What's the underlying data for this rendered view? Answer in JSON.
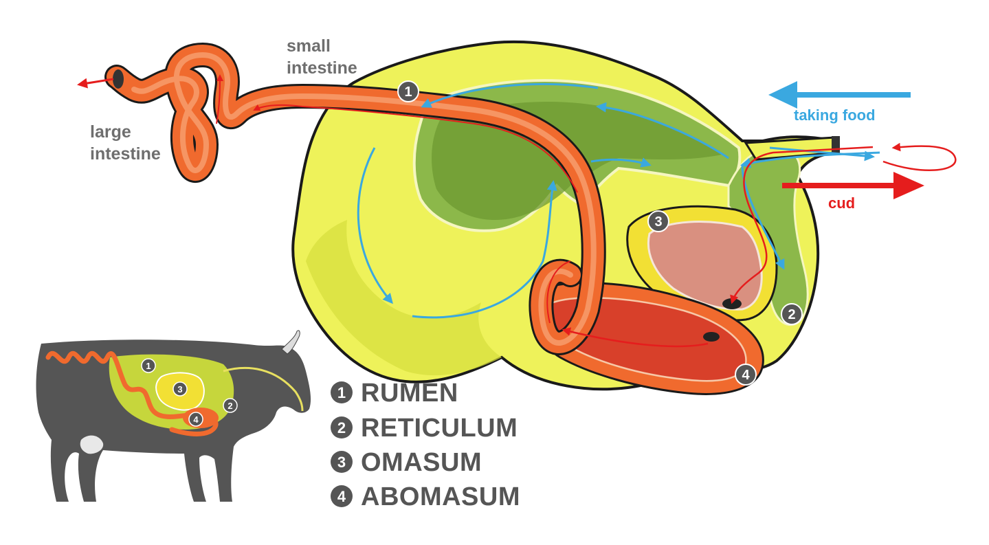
{
  "labels": {
    "small_intestine": [
      "small",
      "intestine"
    ],
    "large_intestine": [
      "large",
      "intestine"
    ],
    "taking_food": "taking food",
    "cud": "cud"
  },
  "badges": [
    "1",
    "2",
    "3",
    "4"
  ],
  "legend": [
    {
      "num": "1",
      "name": "RUMEN"
    },
    {
      "num": "2",
      "name": "RETICULUM"
    },
    {
      "num": "3",
      "name": "OMASUM"
    },
    {
      "num": "4",
      "name": "ABOMASUM"
    }
  ],
  "colors": {
    "food_flow": "#3aa8e0",
    "cud_flow": "#e51d1d",
    "rumen_yellow": "#eef25a",
    "rumen_green": "#7aa83a",
    "intestine": "#f06a2e",
    "omasum": "#d99080",
    "abomasum": "#d8402a",
    "cow_gray": "#555555",
    "label_gray": "#6e6e6e"
  }
}
